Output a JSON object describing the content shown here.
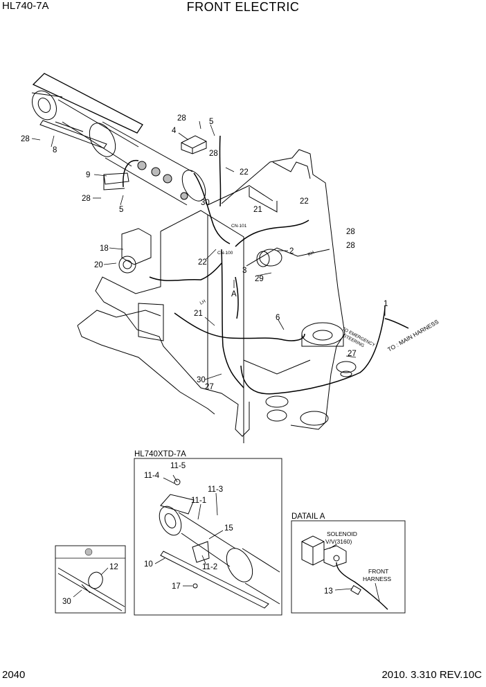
{
  "header": {
    "model": "HL740-7A",
    "title": "FRONT ELECTRIC"
  },
  "footer": {
    "page": "2040",
    "revision": "2010. 3.310  REV.10C"
  },
  "main_callouts": [
    "28",
    "5",
    "4",
    "28",
    "22",
    "28",
    "8",
    "9",
    "28",
    "5",
    "30",
    "21",
    "22",
    "28",
    "28",
    "18",
    "20",
    "22",
    "2",
    "3",
    "29",
    "A",
    "21",
    "6",
    "1",
    "30",
    "27",
    "27"
  ],
  "connector_labels": {
    "cn101": "CN-101",
    "cn100": "CN-100",
    "rh": "RH",
    "lh": "LH"
  },
  "annotations": {
    "to_emergency": [
      "TO EMERGENCY",
      "STEERING"
    ],
    "to_main": "TO : MAIN HARNESS"
  },
  "inset_xtd": {
    "title": "HL740XTD-7A",
    "callouts": [
      "11-5",
      "11-4",
      "11-3",
      "11-1",
      "15",
      "10",
      "11-2",
      "17"
    ]
  },
  "inset_detail_a": {
    "title": "DATAIL A",
    "solenoid": [
      "SOLENOID",
      "V/V(3160)"
    ],
    "harness": [
      "FRONT",
      "HARNESS"
    ],
    "callouts": [
      "13"
    ]
  },
  "inset_small": {
    "callouts": [
      "12",
      "30"
    ]
  }
}
